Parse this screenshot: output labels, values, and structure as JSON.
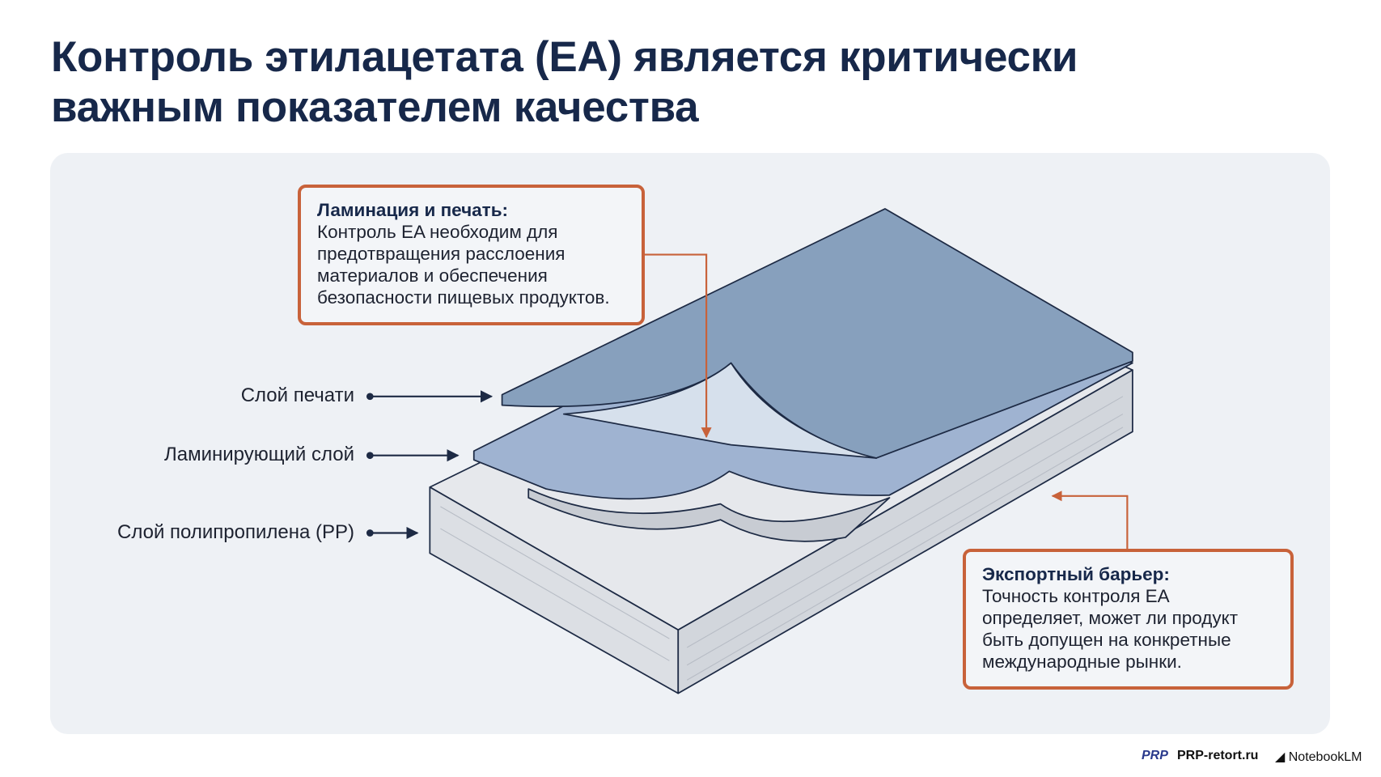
{
  "title": {
    "line1": "Контроль этилацетата (EA) является критически",
    "line2": "важным показателем качества"
  },
  "callouts": [
    {
      "heading": "Ламинация и печать:",
      "text": "Контроль EA необходим для предотвращения расслоения материалов и обеспечения безопасности пищевых продуктов."
    },
    {
      "heading": "Экспортный барьер:",
      "text": "Точность контроля EA определяет, может ли продукт быть допущен на конкретные международные рынки."
    }
  ],
  "layers": [
    "Слой печати",
    "Ламинирующий слой",
    "Слой полипропилена (PP)"
  ],
  "footer": {
    "brand": "PRP-retort.ru",
    "logo_text": "PRP",
    "tool": "NotebookLM"
  },
  "colors": {
    "accent": "#c8623a",
    "title": "#17284a",
    "print_layer": "#8aa2bd",
    "laminate_layer": "#9fb3d1",
    "pp_layer": "#e4e6ea"
  }
}
